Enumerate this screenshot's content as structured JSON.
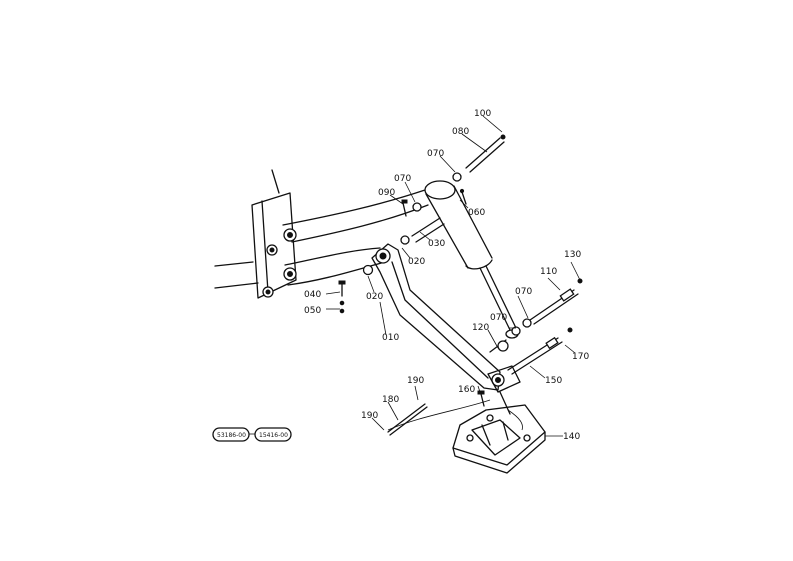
{
  "callouts": [
    "100",
    "080",
    "070",
    "070",
    "090",
    "060",
    "030",
    "020",
    "020",
    "040",
    "050",
    "010",
    "130",
    "110",
    "070",
    "070",
    "120",
    "170",
    "150",
    "160",
    "190",
    "180",
    "190",
    "140"
  ],
  "refs": [
    "53186-00",
    "15416-00"
  ]
}
